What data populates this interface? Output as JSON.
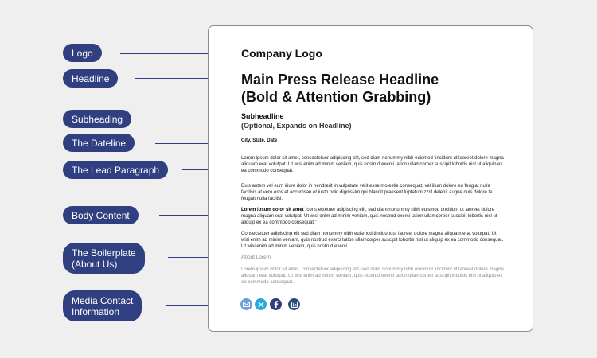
{
  "labels": {
    "logo": "Logo",
    "headline": "Headline",
    "subheading": "Subheading",
    "dateline": "The Dateline",
    "lead": "The Lead Paragraph",
    "body": "Body Content",
    "boilerplate_1": "The Boilerplate",
    "boilerplate_2": "(About Us)",
    "media_1": "Media Contact",
    "media_2": "Information"
  },
  "document": {
    "logo": "Company Logo",
    "headline_1": "Main Press Release Headline",
    "headline_2": "(Bold & Attention Grabbing)",
    "subheadline": "Subheadline",
    "subheadline_note": "(Optional, Expands on Headline)",
    "dateline": "City, State, Date",
    "lead": "Lorem ipsum dolor sit amet, consectetuer adipiscing elit, sed diam nonummy nibh euismod tincidunt ut laoreet dolore magna aliquam erat volutpat. Ut wisi enim ad minim veniam, quis nostrud exerci tation ullamcorper suscipit lobortis nisl ut aliquip ex ea commodo consequat.",
    "body1": "Duis autem vel eum iriure dolor in hendrerit in vulputate velit esse molestie consequat, vel illum dolore eu feugiat nulla facilisis at vero eros et accumsan et iusto odio dignissim qui blandit praesent luptatum zzril delenit augue duis dolore te feugait nulla facilisi.",
    "body2_bold": "Lorem ipsum dolor sit amet",
    "body2_rest": " “cons ectetuer adipiscing elit, sed diam nonummy nibh euismod tincidunt ut laoreet dolore magna aliquam erat volutpat. Ut wisi enim ad minim veniam, quis nostrud exerci tation ullamcorper suscipit lobortis nisl ut aliquip ex ea commodo consequat.”",
    "body3": "Consectetuer adipiscing elit sed diam nonummy nibh euismod tincidunt ut laoreet dolore magna aliquam erat volutpat. Ut wisi enim ad minim veniam, quis nostrud exerci tation ullamcorper suscipit lobortis nisl ut aliquip ex ea commodo consequat. Ut wisi enim ad minim veniam, quis nostrud exerci.",
    "about_title": "About Lorem",
    "about": "Lorem ipsum dolor sit amet, consectetuer adipiscing elit, sed diam nonummy nibh euismod tincidunt ut laoreet dolore magna aliquam erat volutpat. Ut wisi enim ad minim veniam, quis nostrud exerci tation ullamcorper suscipit lobortis nisl ut aliquip ex ea commodo consequat."
  },
  "social_icons": [
    {
      "icon": "email-icon",
      "color": "#6f9fd8"
    },
    {
      "icon": "x-icon",
      "color": "#2aa8e0"
    },
    {
      "icon": "facebook-icon",
      "color": "#2f3f80"
    },
    {
      "icon": "linkedin-icon",
      "color": "#2a4b7c"
    }
  ],
  "colors": {
    "pill": "#2f3f80",
    "background": "#efefef"
  }
}
